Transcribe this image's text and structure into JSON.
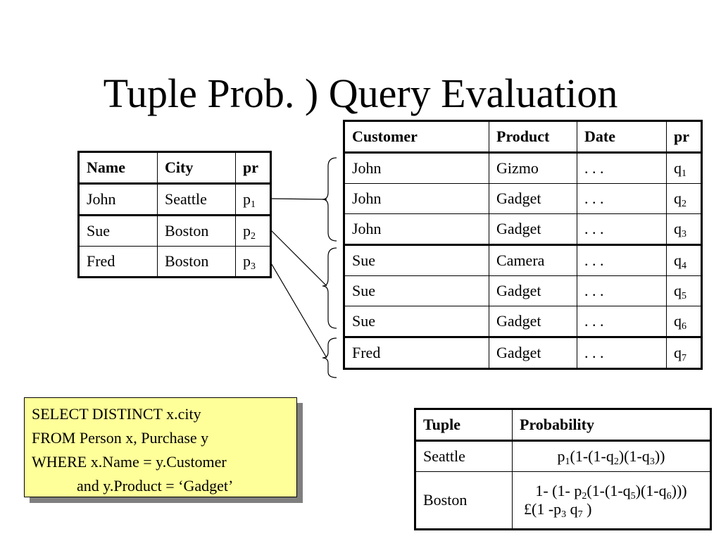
{
  "title": "Tuple Prob. ) Query Evaluation",
  "person_table": {
    "headers": [
      "Name",
      "City",
      "pr"
    ],
    "rows": [
      {
        "name": "John",
        "city": "Seattle",
        "pr_base": "p",
        "pr_sub": "1"
      },
      {
        "name": "Sue",
        "city": "Boston",
        "pr_base": "p",
        "pr_sub": "2"
      },
      {
        "name": "Fred",
        "city": "Boston",
        "pr_base": "p",
        "pr_sub": "3"
      }
    ]
  },
  "purchase_table": {
    "headers": [
      "Customer",
      "Product",
      "Date",
      "pr"
    ],
    "rows": [
      {
        "customer": "John",
        "product": "Gizmo",
        "date": ". . .",
        "pr_base": "q",
        "pr_sub": "1"
      },
      {
        "customer": "John",
        "product": "Gadget",
        "date": ". . .",
        "pr_base": "q",
        "pr_sub": "2"
      },
      {
        "customer": "John",
        "product": "Gadget",
        "date": ". . .",
        "pr_base": "q",
        "pr_sub": "3"
      },
      {
        "customer": "Sue",
        "product": "Camera",
        "date": ". . .",
        "pr_base": "q",
        "pr_sub": "4"
      },
      {
        "customer": "Sue",
        "product": "Gadget",
        "date": ". . .",
        "pr_base": "q",
        "pr_sub": "5"
      },
      {
        "customer": "Sue",
        "product": "Gadget",
        "date": ". . .",
        "pr_base": "q",
        "pr_sub": "6"
      },
      {
        "customer": "Fred",
        "product": "Gadget",
        "date": ". . .",
        "pr_base": "q",
        "pr_sub": "7"
      }
    ]
  },
  "sql": {
    "line1": "SELECT DISTINCT x.city",
    "line2": "FROM Person x, Purchase y",
    "line3": "WHERE x.Name = y.Customer",
    "line4": "and y.Product = ‘Gadget’"
  },
  "result_table": {
    "headers": [
      "Tuple",
      "Probability"
    ],
    "seattle": {
      "tuple": "Seattle",
      "parts": [
        "p",
        "1",
        "(1-(1-q",
        "2",
        ")(1-q",
        "3",
        "))"
      ]
    },
    "boston": {
      "tuple": "Boston",
      "line1_parts": [
        "1- (1- p",
        "2",
        "(1-(1-q",
        "5",
        ")(1-q",
        "6",
        ")))"
      ],
      "line2_parts": [
        "£(1 -p",
        "3",
        " q",
        "7",
        " )"
      ]
    }
  },
  "colors": {
    "sql_box_fill": "#ffff99",
    "sql_box_shadow": "#7f7f7f"
  }
}
